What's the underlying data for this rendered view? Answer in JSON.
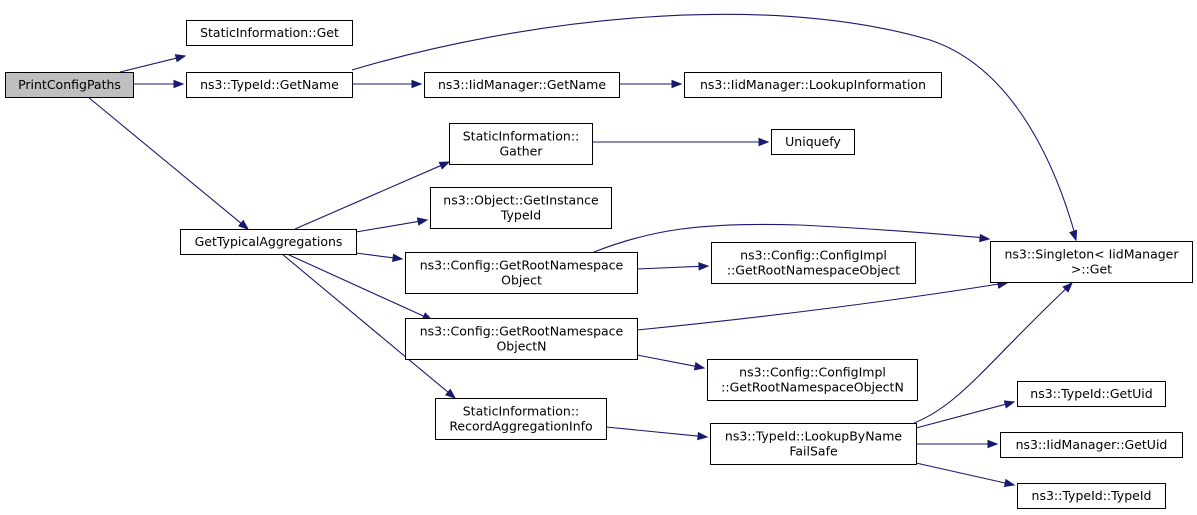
{
  "diagram": {
    "type": "call-graph",
    "colors": {
      "edge": "#191970",
      "root_fill": "#bfbfbf",
      "node_fill": "#ffffff",
      "border": "#000000"
    },
    "nodes": [
      {
        "id": "printconfigpaths",
        "lines": [
          "PrintConfigPaths"
        ],
        "root": true
      },
      {
        "id": "staticinfo-get",
        "lines": [
          "StaticInformation::Get"
        ]
      },
      {
        "id": "typeid-getname",
        "lines": [
          "ns3::TypeId::GetName"
        ]
      },
      {
        "id": "iidmanager-getname",
        "lines": [
          "ns3::IidManager::GetName"
        ]
      },
      {
        "id": "iidmanager-lookupinformation",
        "lines": [
          "ns3::IidManager::LookupInformation"
        ]
      },
      {
        "id": "gettypicalaggregations",
        "lines": [
          "GetTypicalAggregations"
        ]
      },
      {
        "id": "staticinfo-gather",
        "lines": [
          "StaticInformation::",
          "Gather"
        ]
      },
      {
        "id": "uniquefy",
        "lines": [
          "Uniquefy"
        ]
      },
      {
        "id": "object-getinstancetypeid",
        "lines": [
          "ns3::Object::GetInstance",
          "TypeId"
        ]
      },
      {
        "id": "config-getrootnamespaceobject",
        "lines": [
          "ns3::Config::GetRootNamespace",
          "Object"
        ]
      },
      {
        "id": "configimpl-getrootnamespaceobject",
        "lines": [
          "ns3::Config::ConfigImpl",
          "::GetRootNamespaceObject"
        ]
      },
      {
        "id": "singleton-get",
        "lines": [
          "ns3::Singleton< IidManager",
          ">::Get"
        ]
      },
      {
        "id": "config-getrootnamespaceobjectn",
        "lines": [
          "ns3::Config::GetRootNamespace",
          "ObjectN"
        ]
      },
      {
        "id": "configimpl-getrootnamespaceobjectn",
        "lines": [
          "ns3::Config::ConfigImpl",
          "::GetRootNamespaceObjectN"
        ]
      },
      {
        "id": "staticinfo-recordaggregationinfo",
        "lines": [
          "StaticInformation::",
          "RecordAggregationInfo"
        ]
      },
      {
        "id": "typeid-lookupbynamefailsafe",
        "lines": [
          "ns3::TypeId::LookupByName",
          "FailSafe"
        ]
      },
      {
        "id": "typeid-getuid",
        "lines": [
          "ns3::TypeId::GetUid"
        ]
      },
      {
        "id": "iidmanager-getuid",
        "lines": [
          "ns3::IidManager::GetUid"
        ]
      },
      {
        "id": "typeid-typeid",
        "lines": [
          "ns3::TypeId::TypeId"
        ]
      }
    ],
    "edges": [
      {
        "from": "printconfigpaths",
        "to": "staticinfo-get"
      },
      {
        "from": "printconfigpaths",
        "to": "typeid-getname"
      },
      {
        "from": "printconfigpaths",
        "to": "gettypicalaggregations"
      },
      {
        "from": "typeid-getname",
        "to": "iidmanager-getname"
      },
      {
        "from": "typeid-getname",
        "to": "singleton-get"
      },
      {
        "from": "iidmanager-getname",
        "to": "iidmanager-lookupinformation"
      },
      {
        "from": "gettypicalaggregations",
        "to": "staticinfo-gather"
      },
      {
        "from": "gettypicalaggregations",
        "to": "object-getinstancetypeid"
      },
      {
        "from": "gettypicalaggregations",
        "to": "config-getrootnamespaceobject"
      },
      {
        "from": "gettypicalaggregations",
        "to": "config-getrootnamespaceobjectn"
      },
      {
        "from": "gettypicalaggregations",
        "to": "staticinfo-recordaggregationinfo"
      },
      {
        "from": "staticinfo-gather",
        "to": "uniquefy"
      },
      {
        "from": "config-getrootnamespaceobject",
        "to": "configimpl-getrootnamespaceobject"
      },
      {
        "from": "config-getrootnamespaceobject",
        "to": "singleton-get"
      },
      {
        "from": "config-getrootnamespaceobjectn",
        "to": "configimpl-getrootnamespaceobjectn"
      },
      {
        "from": "config-getrootnamespaceobjectn",
        "to": "singleton-get"
      },
      {
        "from": "staticinfo-recordaggregationinfo",
        "to": "typeid-lookupbynamefailsafe"
      },
      {
        "from": "typeid-lookupbynamefailsafe",
        "to": "singleton-get"
      },
      {
        "from": "typeid-lookupbynamefailsafe",
        "to": "typeid-getuid"
      },
      {
        "from": "typeid-lookupbynamefailsafe",
        "to": "iidmanager-getuid"
      },
      {
        "from": "typeid-lookupbynamefailsafe",
        "to": "typeid-typeid"
      }
    ]
  }
}
